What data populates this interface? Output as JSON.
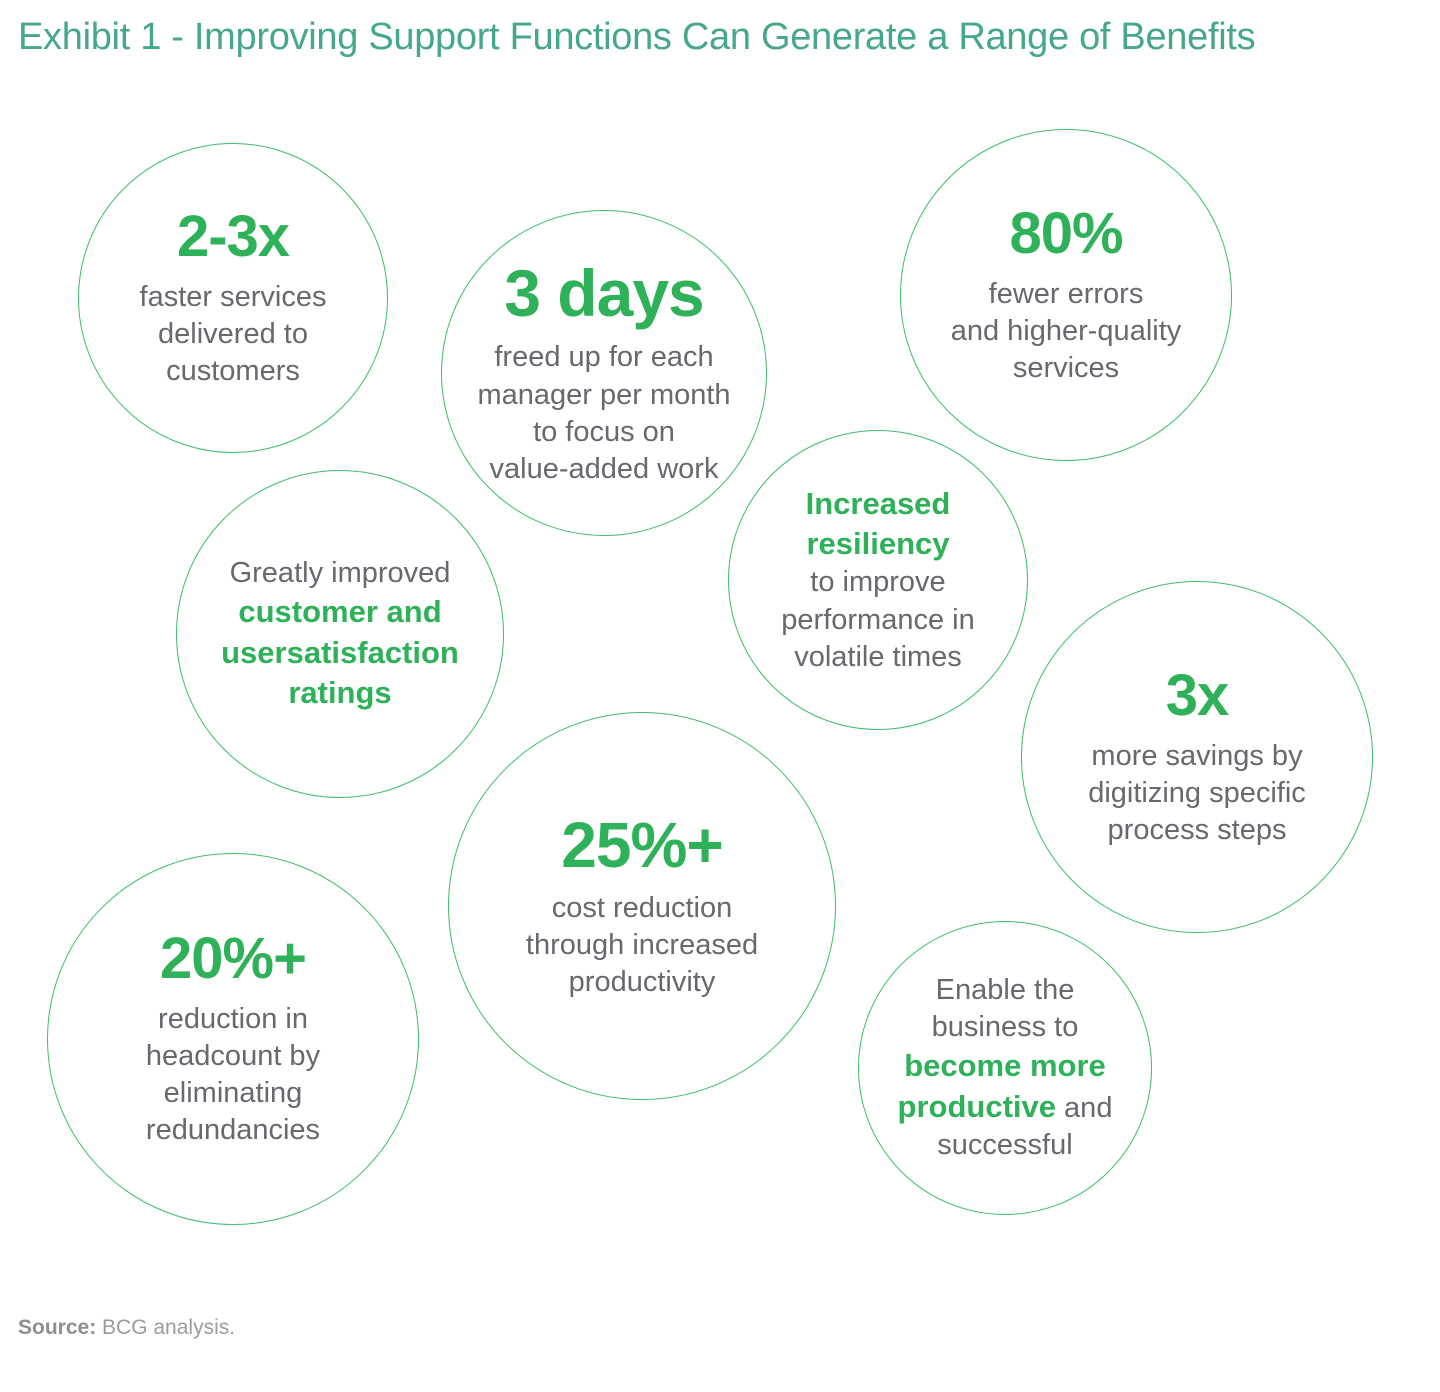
{
  "title": "Exhibit 1 - Improving Support Functions Can Generate a Range of Benefits",
  "colors": {
    "title_teal": "#47a78d",
    "accent_green": "#2fb159",
    "circle_stroke": "#3ebd6c",
    "body_gray": "#66696e"
  },
  "circles": [
    {
      "name": "faster-services",
      "value": "2-3x",
      "pre": "",
      "highlight": "",
      "post": "faster services\ndelivered to\ncustomers"
    },
    {
      "name": "days-freed-up",
      "value": "3 days",
      "pre": "",
      "highlight": "",
      "post": "freed up for each\nmanager per month\nto focus on\nvalue-added work"
    },
    {
      "name": "fewer-errors",
      "value": "80%",
      "pre": "",
      "highlight": "",
      "post": "fewer errors\nand higher-quality\nservices"
    },
    {
      "name": "satisfaction-ratings",
      "value": "",
      "pre": "Greatly improved\n",
      "highlight": "customer and\nusersatisfaction\nratings",
      "post": ""
    },
    {
      "name": "increased-resiliency",
      "value": "",
      "pre": "",
      "highlight": "Increased\nresiliency\n",
      "post": "to improve\nperformance in\nvolatile times"
    },
    {
      "name": "more-savings",
      "value": "3x",
      "pre": "",
      "highlight": "",
      "post": "more savings by\ndigitizing specific\nprocess steps"
    },
    {
      "name": "cost-reduction",
      "value": "25%+",
      "pre": "",
      "highlight": "",
      "post": "cost reduction\nthrough increased\nproductivity"
    },
    {
      "name": "headcount-reduction",
      "value": "20%+",
      "pre": "",
      "highlight": "",
      "post": "reduction in\nheadcount by\neliminating\nredundancies"
    },
    {
      "name": "business-productive",
      "value": "",
      "pre": "Enable the\nbusiness to\n",
      "highlight": "become more\nproductive",
      "post": " and\nsuccessful"
    }
  ],
  "source": {
    "label": "Source:",
    "text": " BCG analysis."
  }
}
